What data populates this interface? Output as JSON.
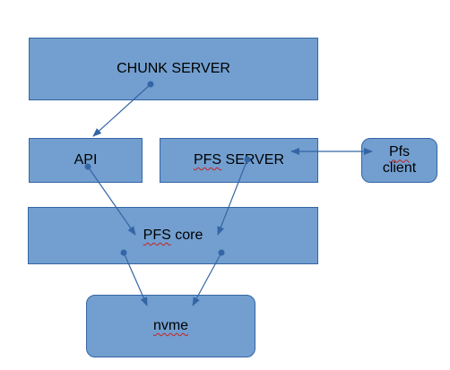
{
  "colors": {
    "box_fill": "#729fcf",
    "box_border": "#3465a4",
    "connector": "#3465a4",
    "spellcheck_underline": "#c9211e",
    "background": "#ffffff"
  },
  "nodes": {
    "chunk_server": {
      "label": "CHUNK SERVER"
    },
    "api": {
      "label": "API"
    },
    "pfs_server": {
      "label_prefix": "PFS",
      "label_suffix": " SERVER"
    },
    "pfs_client": {
      "line1": "Pfs",
      "line2": "client"
    },
    "pfs_core": {
      "label_prefix": "PFS",
      "label_suffix": " core"
    },
    "nvme": {
      "label": "nvme"
    }
  },
  "connectors": [
    {
      "from": "chunk_server",
      "to": "api",
      "style": "dot-to-arrow"
    },
    {
      "from": "api",
      "to": "pfs_core",
      "style": "dot-to-arrow"
    },
    {
      "from": "pfs_server",
      "to": "pfs_core",
      "style": "dot-to-arrow"
    },
    {
      "from": "pfs_server",
      "to": "pfs_client",
      "style": "double-arrow"
    },
    {
      "from": "pfs_core",
      "to": "nvme",
      "style": "dot-to-arrow"
    },
    {
      "from": "pfs_core",
      "to": "nvme",
      "style": "dot-to-arrow"
    }
  ]
}
